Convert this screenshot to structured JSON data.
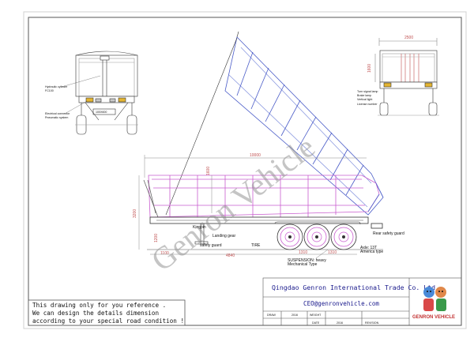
{
  "watermark": "Genron Vehicle",
  "rear_view": {
    "callouts": [
      "Hydraulic cylinder",
      "FC100",
      "Electrical connector",
      "Pneumatic system"
    ],
    "plate": "100X600"
  },
  "rear_view_right": {
    "width_dim": "2500",
    "height_dim": "1600",
    "callouts": [
      "Turn signal lamp",
      "Brake lamp",
      "Vertical light",
      "License number"
    ]
  },
  "side_view": {
    "length_dim": "10000",
    "height_dim": "3200",
    "side_dim": "1600",
    "front_height_dim": "1200",
    "front_dim": "1100",
    "kingpin_dim": "4840",
    "axle_dim_1": "1310",
    "axle_dim_2": "1310",
    "callouts": {
      "landing_gear": "Landing gear",
      "safety_guard": "safety guard",
      "tire": "TIRE",
      "rear_safety_guard": "Rear safety guard",
      "axle": "Axle: 13T",
      "axle_type": "America type",
      "suspension": "SUSPENSION: heavy",
      "suspension_type": "Mechanical Type",
      "kingpin": "Kingpin"
    }
  },
  "note": {
    "lines": [
      "This drawing only for you reference .",
      "We can design the details dimension",
      "according to your special road condition !"
    ]
  },
  "title_block": {
    "company": "Qingdao Genron International Trade Co. Ltd",
    "email": "CEO@genronvehicle.com",
    "draw_label": "DRAW",
    "draw_value": "2016",
    "weight_label": "WEIGHT",
    "date_label": "DATE",
    "date_value": "2016",
    "revision_label": "REVISION",
    "logo_text": "GENRON VEHICLE"
  }
}
